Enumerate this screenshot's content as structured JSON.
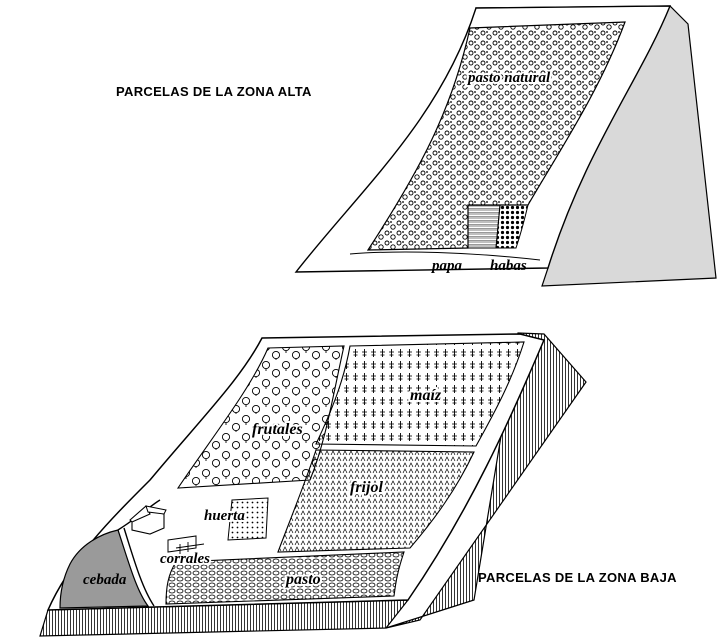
{
  "headings": {
    "upper_zone": "PARCELAS DE LA ZONA ALTA",
    "lower_zone": "PARCELAS DE LA ZONA BAJA"
  },
  "upper_parcels": {
    "natural_pasture": "pasto natural",
    "potato": "papa",
    "broad_beans": "habas"
  },
  "lower_parcels": {
    "fruit_trees": "frutales",
    "maize": "maíz",
    "beans": "frijol",
    "garden": "huerta",
    "corrals": "corrales",
    "barley": "cebada",
    "pasture": "pasto"
  },
  "colors": {
    "ink": "#000000",
    "paper": "#ffffff",
    "barley_fill": "#9a9a9a",
    "slope_side": "#d9d9d9"
  }
}
